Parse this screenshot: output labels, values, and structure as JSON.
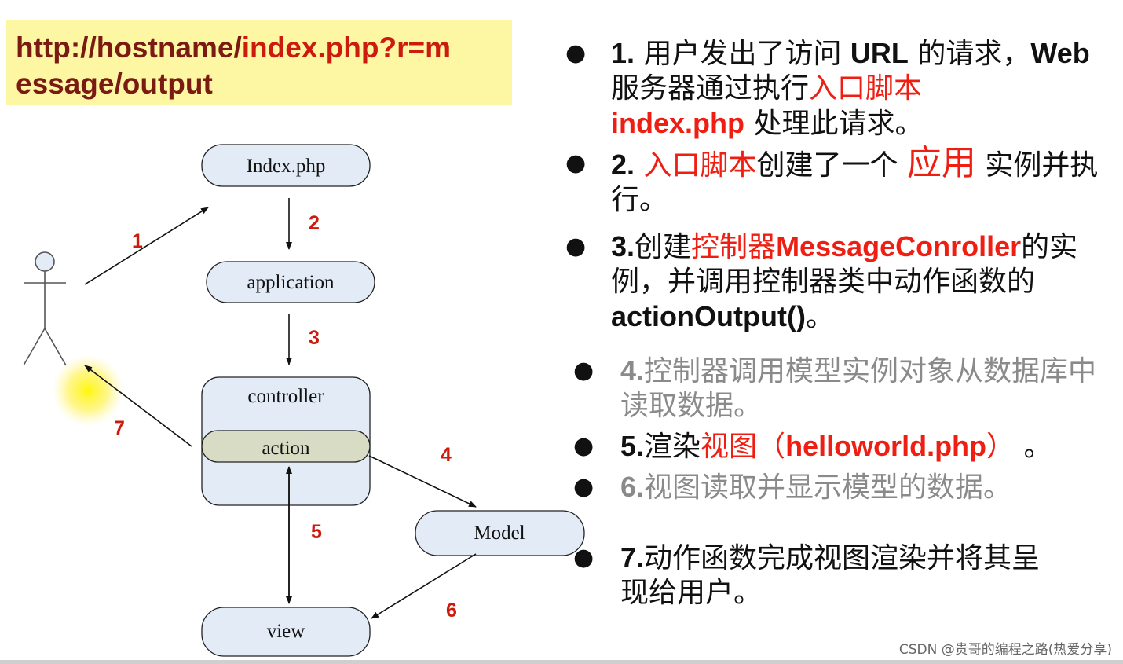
{
  "url": {
    "part1": "http://hostname/",
    "part2": "index.php?r=m",
    "part3": "essage/output"
  },
  "nodes": {
    "index": "Index.php",
    "application": "application",
    "controller": "controller",
    "action": "action",
    "model": "Model",
    "view": "view"
  },
  "arrow_numbers": [
    "1",
    "2",
    "3",
    "4",
    "5",
    "6",
    "7"
  ],
  "steps": {
    "s1": {
      "num": "1.",
      "a": " 用户发出了访问 ",
      "url": "URL",
      "b": " 的请求，",
      "web": "Web",
      "c": " 服务器通过执行",
      "entry": "入口脚本",
      "file": "index.php",
      "d": " 处理此请求。"
    },
    "s2": {
      "num": "2.",
      "entry": " 入口脚本",
      "a": "创建了一个 ",
      "app": "应用",
      "b": " 实例并执行。"
    },
    "s3": {
      "num": "3.",
      "a": "创建",
      "ctrl": "控制器",
      "cls": "MessageConroller",
      "b": "的实例，并调用控制器类中动作函数的 ",
      "fn": "actionOutput()",
      "c": "。"
    },
    "s4": {
      "num": "4.",
      "a": "控制器调用模型实例对象从数据库中读取数据。"
    },
    "s5": {
      "num": "5.",
      "a": "渲染",
      "view": "视图（",
      "file": "helloworld.php",
      "close": "）",
      "b": " 。"
    },
    "s6": {
      "num": "6.",
      "a": "视图读取并显示模型的数据。"
    },
    "s7": {
      "num": "7.",
      "a": "动作函数完成视图渲染并将其呈现给用户。"
    }
  },
  "bullet": "●",
  "watermark": "CSDN @贵哥的编程之路(热爱分享)",
  "colors": {
    "highlight": "#ee1f12",
    "url_bg": "#fdf7a3",
    "node_fill": "#e3ebf7",
    "action_fill": "#d8dcc4"
  }
}
